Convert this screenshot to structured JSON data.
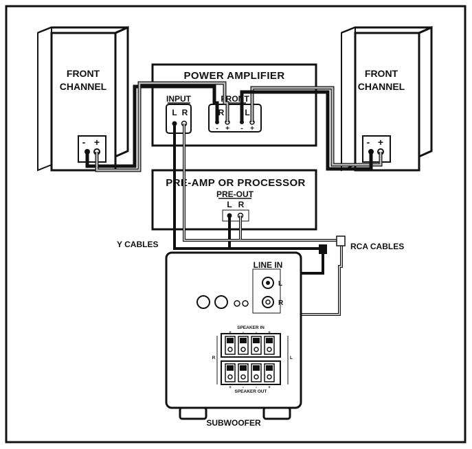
{
  "labels": {
    "left_speaker_line1": "FRONT",
    "left_speaker_line2": "CHANNEL",
    "right_speaker_line1": "FRONT",
    "right_speaker_line2": "CHANNEL",
    "power_amplifier": "POWER AMPLIFIER",
    "amp_input": "INPUT",
    "amp_input_l": "L",
    "amp_input_r": "R",
    "amp_front": "FRONT",
    "amp_front_r": "R",
    "amp_front_l": "L",
    "preamp": "PRE-AMP OR PROCESSOR",
    "pre_out": "PRE-OUT",
    "pre_out_l": "L",
    "pre_out_r": "R",
    "y_cables": "Y CABLES",
    "rca_cables": "RCA CABLES",
    "line_in": "LINE IN",
    "line_in_l": "L",
    "line_in_r": "R",
    "speaker_in": "SPEAKER IN",
    "speaker_out": "SPEAKER OUT",
    "subwoofer": "SUBWOOFER",
    "minus": "-",
    "plus": "+",
    "side_r": "R",
    "side_l": "L"
  }
}
